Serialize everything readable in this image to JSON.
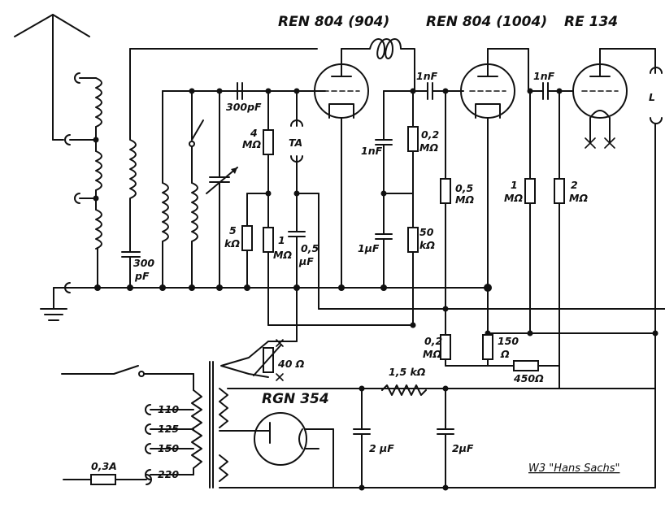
{
  "tubes": {
    "t1": "REN 804 (904)",
    "t2": "REN 804 (1004)",
    "t3": "RE 134",
    "rect": "RGN 354"
  },
  "values": {
    "c_300p_top": "300pF",
    "r_4M": "4",
    "r_4M_u": "MΩ",
    "ta": "TA",
    "c1n_a": "1nF",
    "c1n_b": "1nF",
    "c1n_c": "1nF",
    "r_02M_a": "0,2",
    "r_02M_a_u": "MΩ",
    "r_05M": "0,5",
    "r_05M_u": "MΩ",
    "r_1M_a": "1",
    "r_1M_a_u": "MΩ",
    "r_2M": "2",
    "r_2M_u": "MΩ",
    "spk": "L",
    "r_5k": "5",
    "r_5k_u": "kΩ",
    "r_1M_b": "1",
    "r_1M_b_u": "MΩ",
    "c_05u": "0,5",
    "c_05u_u": "µF",
    "c_1u": "1µF",
    "r_50k": "50",
    "r_50k_u": "kΩ",
    "c_300p_b": "300",
    "c_300p_b_u": "pF",
    "r_02M_b": "0,2",
    "r_02M_b_u": "MΩ",
    "r_150": "150",
    "r_150_u": "Ω",
    "r_450": "450Ω",
    "r_40": "40 Ω",
    "r_15k": "1,5 kΩ",
    "c_2u_a": "2 µF",
    "c_2u_b": "2µF",
    "fuse": "0,3A",
    "v110": "110",
    "v125": "125",
    "v150": "150",
    "v220": "220"
  },
  "caption": "W3 \"Hans Sachs\""
}
